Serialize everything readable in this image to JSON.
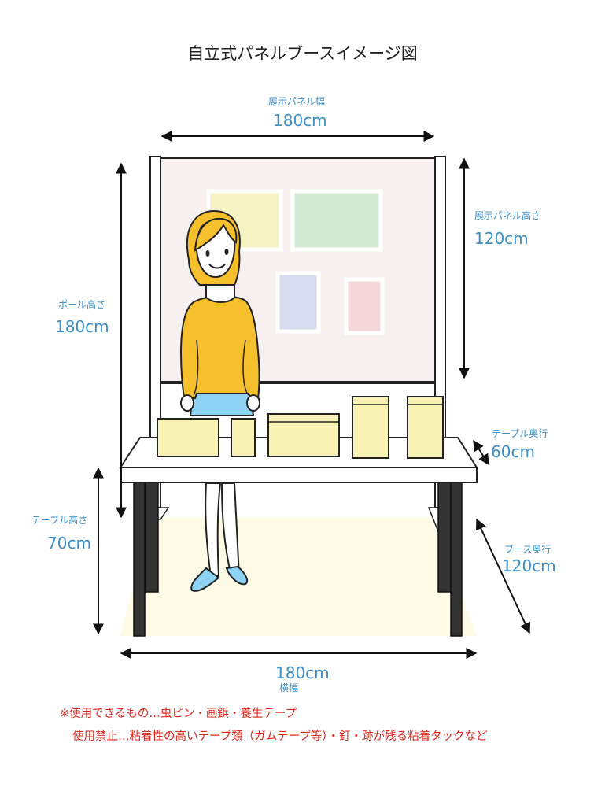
{
  "title": "自立式パネルブースイメージ図",
  "colors": {
    "dimension_text": "#3a8fc7",
    "note_text": "#e0251b",
    "panel_fill": "#f7f0f1",
    "floor_fill": "#fdfbe6",
    "box_fill": "#f8f3b5",
    "sweater": "#f6c02c",
    "hair": "#f6c02c",
    "skirt": "#8ed3f4",
    "shoes": "#8ed3f4"
  },
  "posters": [
    {
      "name": "poster-yellow",
      "color": "#f5f2c4"
    },
    {
      "name": "poster-green",
      "color": "#d3ead4"
    },
    {
      "name": "poster-blue",
      "color": "#d9dcef"
    },
    {
      "name": "poster-pink",
      "color": "#f6d8dc"
    }
  ],
  "dimensions": {
    "panel_width": {
      "label": "展示パネル幅",
      "value": "180cm"
    },
    "panel_height": {
      "label": "展示パネル高さ",
      "value": "120cm"
    },
    "pole_height": {
      "label": "ポール高さ",
      "value": "180cm"
    },
    "table_depth": {
      "label": "テーブル奥行",
      "value": "60cm"
    },
    "table_height": {
      "label": "テーブル高さ",
      "value": "70cm"
    },
    "booth_depth": {
      "label": "ブース奥行",
      "value": "120cm"
    },
    "width": {
      "label": "横幅",
      "value": "180cm"
    }
  },
  "notes": {
    "allowed": "※使用できるもの…虫ピン・画鋲・養生テープ",
    "prohibited": "使用禁止…粘着性の高いテープ類（ガムテープ等）・釘・跡が残る粘着タックなど"
  }
}
